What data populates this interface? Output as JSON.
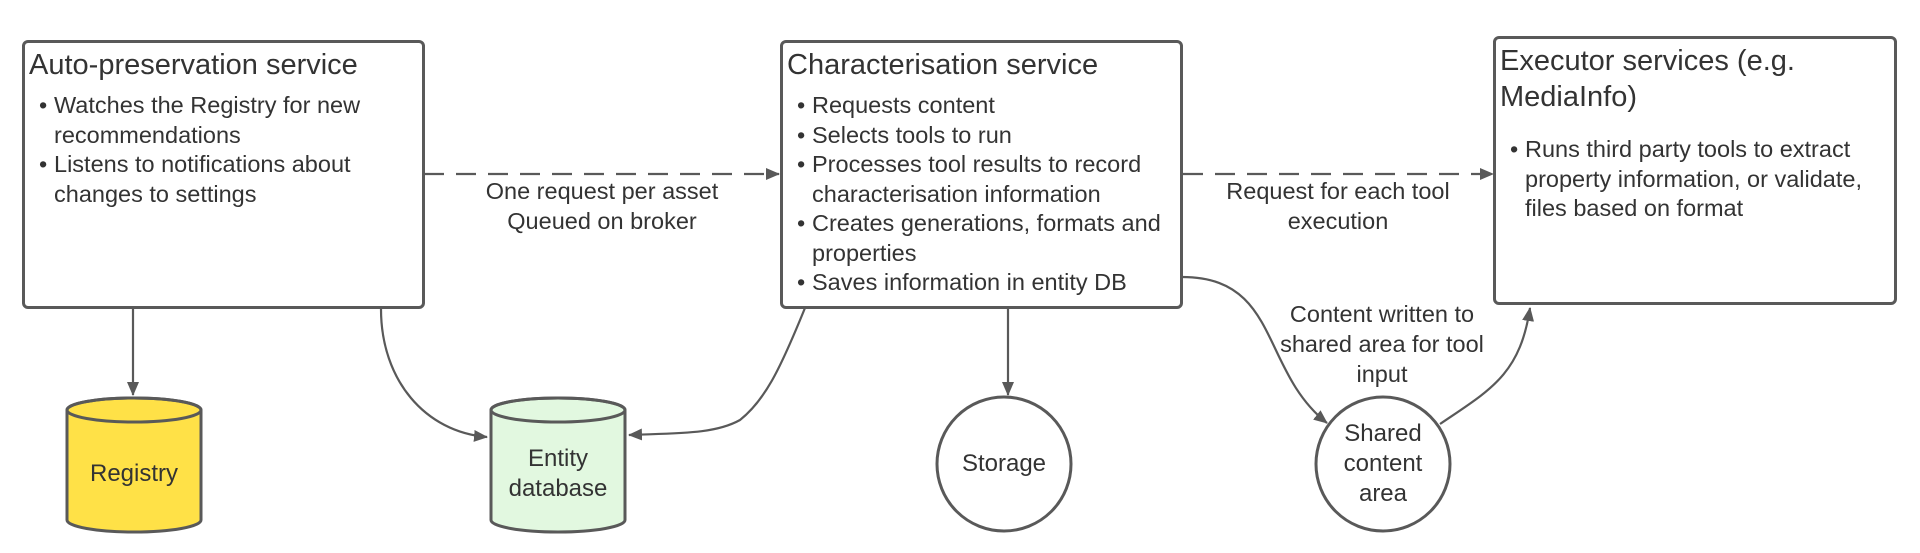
{
  "colors": {
    "stroke": "#595959",
    "registry_fill": "#ffe147",
    "entity_fill": "#e2f8e0",
    "text": "#333333"
  },
  "boxes": {
    "auto_preservation": {
      "title": "Auto-preservation service",
      "items": [
        "Watches the Registry for new recommendations",
        "Listens to notifications about changes to settings"
      ]
    },
    "characterisation": {
      "title": "Characterisation service",
      "items": [
        "Requests content",
        "Selects tools to run",
        "Processes tool results to record characterisation information",
        "Creates generations, formats and properties",
        "Saves information in entity DB"
      ]
    },
    "executor": {
      "title": "Executor services (e.g. MediaInfo)",
      "items": [
        "Runs third party tools to extract property information, or validate, files based on format"
      ]
    }
  },
  "connections": {
    "auto_to_char": {
      "line1": "One request per asset",
      "line2": "Queued on broker"
    },
    "char_to_executor": {
      "line1": "Request for each tool",
      "line2": "execution"
    },
    "char_to_shared": {
      "line1": "Content written to",
      "line2": "shared area for tool",
      "line3": "input"
    }
  },
  "stores": {
    "registry": "Registry",
    "entity_line1": "Entity",
    "entity_line2": "database",
    "storage": "Storage",
    "shared_line1": "Shared",
    "shared_line2": "content",
    "shared_line3": "area"
  }
}
